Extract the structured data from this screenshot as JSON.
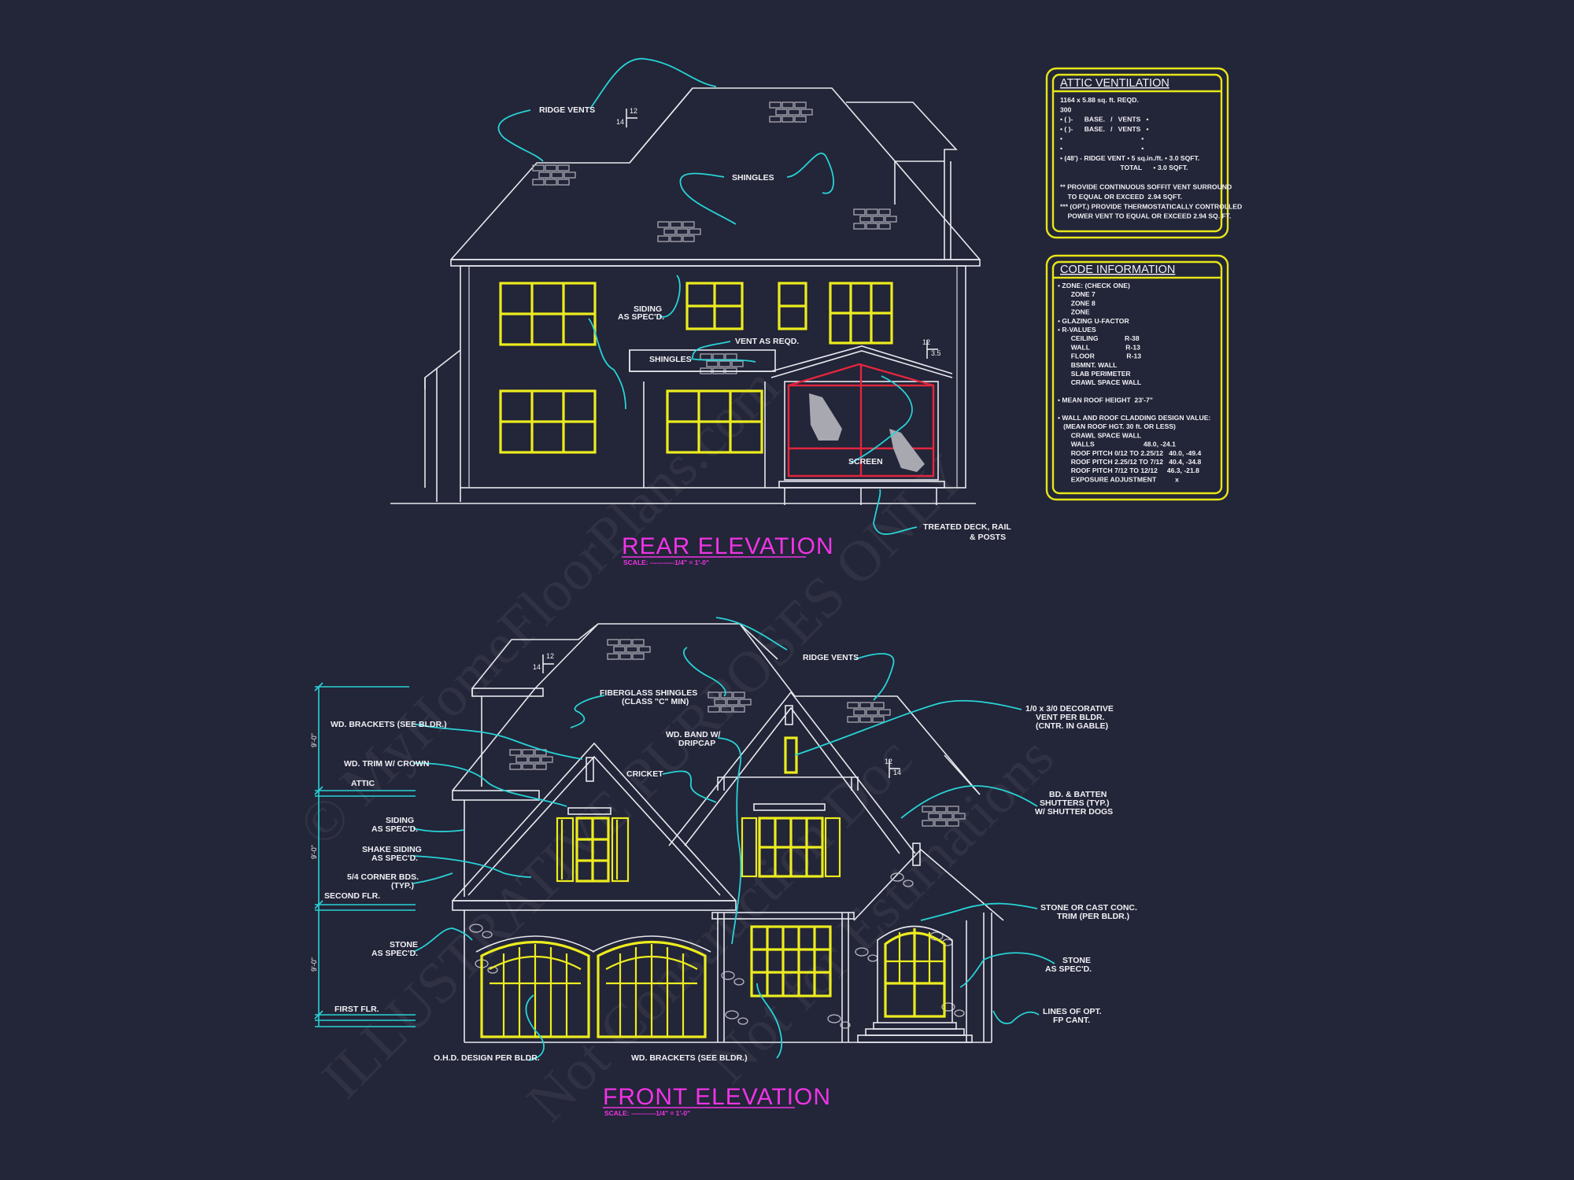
{
  "rear": {
    "title": "REAR ELEVATION",
    "scale": "SCALE: -----------1/4\" = 1'-0\"",
    "labels": {
      "ridge_vents": "RIDGE VENTS",
      "shingles_roof": "SHINGLES",
      "siding": "SIDING",
      "siding2": "AS SPEC'D.",
      "vent": "VENT AS REQD.",
      "shingles_porch": "SHINGLES",
      "screen": "SCREEN",
      "deck1": "TREATED DECK, RAIL",
      "deck2": "& POSTS"
    },
    "pitch_main": {
      "rise": "14",
      "run": "12"
    },
    "pitch_porch": {
      "rise": "12",
      "run": "3.5"
    }
  },
  "front": {
    "title": "FRONT ELEVATION",
    "scale": "SCALE: -----------1/4\" = 1'-0\"",
    "labels": {
      "ridge_vents": "RIDGE VENTS",
      "fiberglass1": "FIBERGLASS SHINGLES",
      "fiberglass2": "(CLASS \"C\" MIN)",
      "wd_band1": "WD. BAND W/",
      "wd_band2": "DRIPCAP",
      "cricket": "CRICKET",
      "vent1": "1/0 x 3/0 DECORATIVE",
      "vent2": "VENT PER BLDR.",
      "vent3": "(CNTR. IN GABLE)",
      "shutters1": "BD. & BATTEN",
      "shutters2": "SHUTTERS (TYP.)",
      "shutters3": "W/ SHUTTER DOGS",
      "stone_trim1": "STONE OR CAST CONC.",
      "stone_trim2": "TRIM (PER BLDR.)",
      "stone_r1": "STONE",
      "stone_r2": "AS SPEC'D.",
      "lines1": "LINES OF OPT.",
      "lines2": "FP CANT.",
      "wd_brackets_l": "WD. BRACKETS (SEE BLDR.)",
      "wd_trim": "WD. TRIM W/ CROWN",
      "attic": "ATTIC",
      "siding1": "SIDING",
      "siding2": "AS SPEC'D.",
      "shake1": "SHAKE SIDING",
      "shake2": "AS SPEC'D.",
      "corner1": "5/4 CORNER BDS.",
      "corner2": "(TYP.)",
      "second_flr": "SECOND FLR.",
      "stone_l1": "STONE",
      "stone_l2": "AS SPEC'D.",
      "first_flr": "FIRST FLR.",
      "ohd": "O.H.D. DESIGN PER BLDR.",
      "wd_brackets_b": "WD. BRACKETS (SEE BLDR.)"
    },
    "dims": {
      "d1": "9'-0\"",
      "d2": "9'-0\"",
      "d3": "9'-0\""
    },
    "pitch_main": {
      "rise": "14",
      "run": "12"
    },
    "pitch_gable": {
      "rise": "12",
      "run": "14"
    }
  },
  "attic_box": {
    "title": "ATTIC VENTILATION",
    "lines": [
      "1164 x 5.88 sq. ft. REQD.",
      "300",
      "• ( )-      BASE.   /   VENTS   •",
      "• ( )-      BASE.   /   VENTS   •",
      "•                                          •",
      "•                                          •",
      "• (48') - RIDGE VENT • 5 sq.in./ft. • 3.0 SQFT.",
      "                                TOTAL      • 3.0 SQFT.",
      "",
      "** PROVIDE CONTINUOUS SOFFIT VENT SURROUND",
      "    TO EQUAL OR EXCEED  2.94 SQFT.",
      "*** (OPT.) PROVIDE THERMOSTATICALLY CONTROLLED",
      "    POWER VENT TO EQUAL OR EXCEED 2.94 SQ. FT."
    ]
  },
  "code_box": {
    "title": "CODE INFORMATION",
    "lines": [
      "• ZONE: (CHECK ONE)",
      "       ZONE 7",
      "       ZONE 8",
      "       ZONE",
      "• GLAZING U-FACTOR",
      "• R-VALUES",
      "       CEILING              R-38",
      "       WALL                   R-13",
      "       FLOOR                 R-13",
      "       BSMNT. WALL",
      "       SLAB PERIMETER",
      "       CRAWL SPACE WALL",
      "",
      "• MEAN ROOF HEIGHT  23'-7\"",
      "",
      "• WALL AND ROOF CLADDING DESIGN VALUE:",
      "   (MEAN ROOF HGT. 30 ft. OR LESS)",
      "       CRAWL SPACE WALL",
      "       WALLS                          48.0, -24.1",
      "       ROOF PITCH 0/12 TO 2.25/12   40.0, -49.4",
      "       ROOF PITCH 2.25/12 TO 7/12   40.4, -34.8",
      "       ROOF PITCH 7/12 TO 12/12     46.3, -21.8",
      "       EXPOSURE ADJUSTMENT          x"
    ]
  },
  "watermark": [
    "© MyHomeFloorPlans.com",
    "ILLUSTRATIVE PURPOSES ONLY",
    "Not Construction Doc",
    "Not for Estimations"
  ]
}
